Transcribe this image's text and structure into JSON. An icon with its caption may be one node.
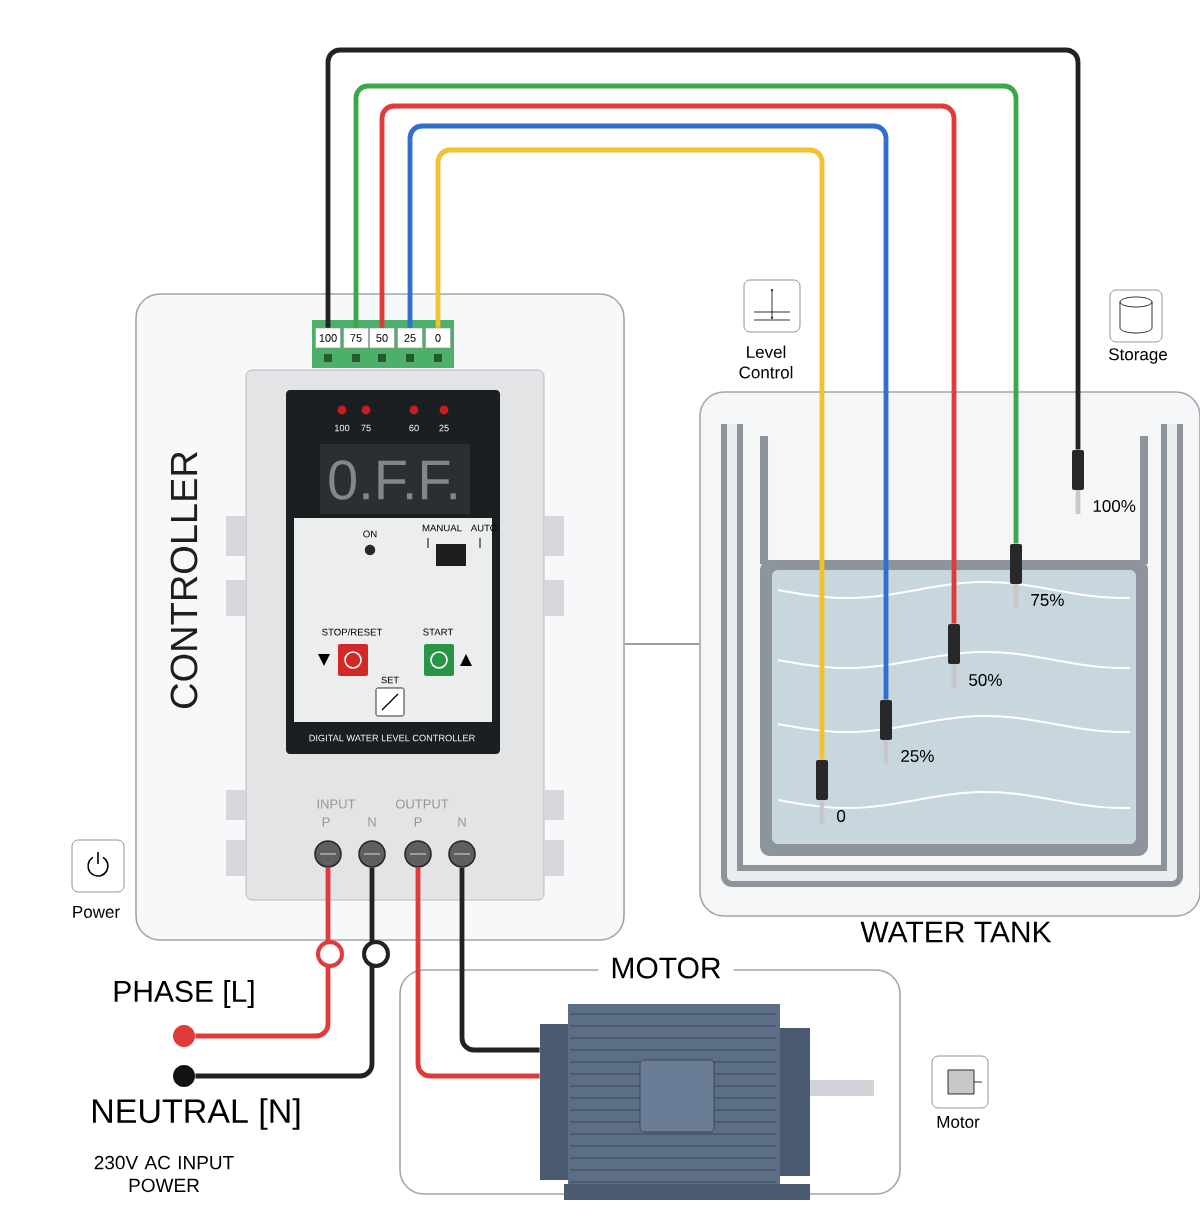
{
  "diagram": {
    "nodes": [
      {
        "text": [
          "CONTROLLER"
        ]
      },
      {
        "text": [
          "100"
        ],
        "in": 0
      },
      {
        "text": [
          "75"
        ],
        "in": 0
      },
      {
        "text": [
          "50"
        ],
        "in": 0
      },
      {
        "text": [
          "25"
        ],
        "in": 0
      },
      {
        "text": [
          "0"
        ],
        "in": 0
      },
      {
        "text": [
          "DIGITAL WATER LEVEL CONTROLLER"
        ],
        "in": 0
      },
      {
        "text": [],
        "shape": "circle",
        "in": 6
      },
      {
        "text": [],
        "shape": "circle",
        "in": 6
      },
      {
        "text": [],
        "shape": "circle",
        "in": 6
      },
      {
        "text": [],
        "shape": "circle",
        "in": 6
      },
      {
        "text": [
          "WATER TANK"
        ]
      },
      {
        "text": [],
        "shape": "bar",
        "in": 11,
        "beside": [
          "0"
        ]
      },
      {
        "text": [],
        "shape": "bar",
        "in": 11,
        "beside": [
          "25%"
        ]
      },
      {
        "text": [],
        "shape": "bar",
        "in": 11,
        "beside": [
          "50%"
        ]
      },
      {
        "text": [],
        "shape": "bar",
        "in": 11,
        "beside": [
          "75%"
        ]
      },
      {
        "text": [],
        "shape": "bar",
        "in": 11,
        "beside": [
          "100%"
        ]
      },
      {
        "text": [
          "MOTOR"
        ]
      },
      {
        "text": [],
        "shape": "picture",
        "in": 17
      },
      {
        "text": [],
        "shape": "circle",
        "beside": [
          "PHASE [L]"
        ]
      },
      {
        "text": [],
        "shape": "circle",
        "beside": [
          "NEUTRAL [N]",
          "230V AC INPUT POWER"
        ]
      }
    ],
    "edges": [
      {
        "from": 1,
        "to": 16,
        "arrow": "none",
        "color": "#222222"
      },
      {
        "from": 2,
        "to": 15,
        "arrow": "none",
        "color": "#3aa84a"
      },
      {
        "from": 3,
        "to": 14,
        "arrow": "none",
        "color": "#e03a3a"
      },
      {
        "from": 4,
        "to": 13,
        "arrow": "none",
        "color": "#2f6fd0"
      },
      {
        "from": 5,
        "to": 12,
        "arrow": "none",
        "color": "#f2c230"
      },
      {
        "from": 7,
        "to": 19,
        "arrow": "none",
        "color": "#e03a3a"
      },
      {
        "from": 8,
        "to": 20,
        "arrow": "none",
        "color": "#222222"
      },
      {
        "from": 9,
        "to": 18,
        "arrow": "none",
        "color": "#e03a3a"
      },
      {
        "from": 10,
        "to": 18,
        "arrow": "none",
        "color": "#222222"
      },
      {
        "from": 0,
        "to": 11,
        "arrow": "none",
        "color": "#9aa0a6"
      }
    ],
    "labels": [
      "100",
      "75",
      "60",
      "25",
      "0.F.F.",
      "ON",
      "MANUAL",
      "AUTO",
      "STOP/RESET",
      "START",
      "SET",
      "INPUT",
      "OUTPUT",
      "P",
      "N",
      "P",
      "N",
      "Power",
      "Level Control",
      "Storage",
      "Motor"
    ]
  }
}
